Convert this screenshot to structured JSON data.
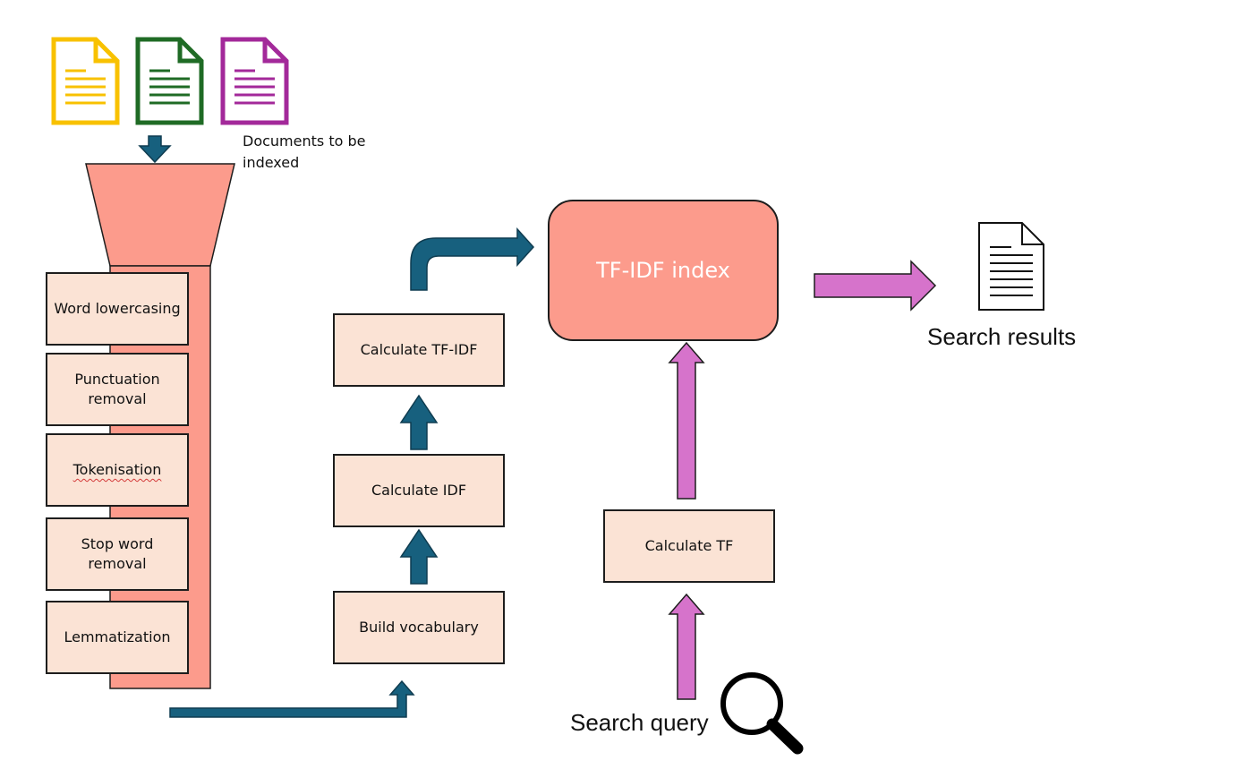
{
  "documents_label": "Documents to be indexed",
  "preprocessing_steps": [
    {
      "label": "Word lowercasing"
    },
    {
      "label": "Punctuation removal"
    },
    {
      "label": "Tokenisation"
    },
    {
      "label": "Stop word removal"
    },
    {
      "label": "Lemmatization"
    }
  ],
  "indexing_steps": [
    {
      "label": "Build vocabulary"
    },
    {
      "label": "Calculate IDF"
    },
    {
      "label": "Calculate TF-IDF"
    }
  ],
  "index": {
    "label": "TF-IDF index"
  },
  "query_step": {
    "label": "Calculate TF"
  },
  "search_query_label": "Search query",
  "search_results_label": "Search results",
  "colors": {
    "doc_yellow": "#f8c100",
    "doc_green": "#1f6b25",
    "doc_purple": "#a3299a",
    "funnel": "#fc9b8c",
    "step_box": "#fbe3d5",
    "index_box": "#fc9b8c",
    "index_arrow": "#17607e",
    "query_arrow": "#d673cb"
  },
  "icons": {
    "documents": [
      "document-icon-yellow",
      "document-icon-green",
      "document-icon-purple"
    ],
    "result": "document-icon",
    "query": "magnifying-glass-icon"
  }
}
